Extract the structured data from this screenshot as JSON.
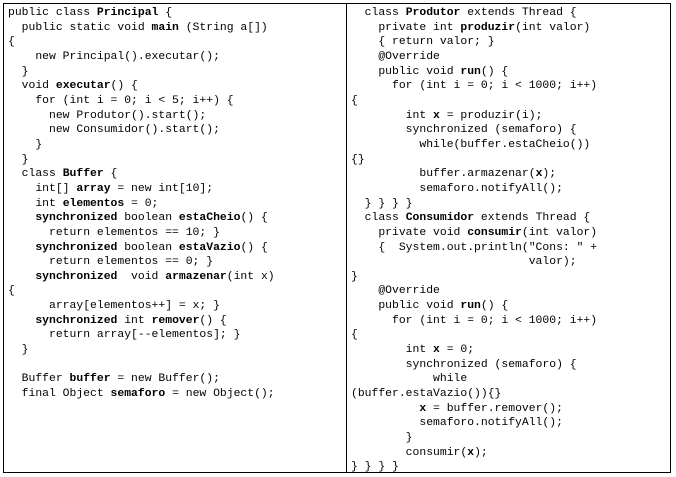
{
  "left": {
    "lines": [
      {
        "segments": [
          {
            "text": "public class ",
            "bold": false
          },
          {
            "text": "Principal",
            "bold": true
          },
          {
            "text": " {",
            "bold": false
          }
        ]
      },
      {
        "segments": [
          {
            "text": "  public static void ",
            "bold": false
          },
          {
            "text": "main",
            "bold": true
          },
          {
            "text": " (String a[])",
            "bold": false
          }
        ]
      },
      {
        "segments": [
          {
            "text": "{",
            "bold": false
          }
        ]
      },
      {
        "segments": [
          {
            "text": "    new Principal().executar();",
            "bold": false
          }
        ]
      },
      {
        "segments": [
          {
            "text": "  }",
            "bold": false
          }
        ]
      },
      {
        "segments": [
          {
            "text": "  void ",
            "bold": false
          },
          {
            "text": "executar",
            "bold": true
          },
          {
            "text": "() {",
            "bold": false
          }
        ]
      },
      {
        "segments": [
          {
            "text": "    for (int i = 0; i < 5; i++) {",
            "bold": false
          }
        ]
      },
      {
        "segments": [
          {
            "text": "      new Produtor().start();",
            "bold": false
          }
        ]
      },
      {
        "segments": [
          {
            "text": "      new Consumidor().start();",
            "bold": false
          }
        ]
      },
      {
        "segments": [
          {
            "text": "    }",
            "bold": false
          }
        ]
      },
      {
        "segments": [
          {
            "text": "  }",
            "bold": false
          }
        ]
      },
      {
        "segments": [
          {
            "text": "  class ",
            "bold": false
          },
          {
            "text": "Buffer",
            "bold": true
          },
          {
            "text": " {",
            "bold": false
          }
        ]
      },
      {
        "segments": [
          {
            "text": "    int[] ",
            "bold": false
          },
          {
            "text": "array",
            "bold": true
          },
          {
            "text": " = new int[10];",
            "bold": false
          }
        ]
      },
      {
        "segments": [
          {
            "text": "    int ",
            "bold": false
          },
          {
            "text": "elementos",
            "bold": true
          },
          {
            "text": " = 0;",
            "bold": false
          }
        ]
      },
      {
        "segments": [
          {
            "text": "    ",
            "bold": false
          },
          {
            "text": "synchronized",
            "bold": true
          },
          {
            "text": " boolean ",
            "bold": false
          },
          {
            "text": "estaCheio",
            "bold": true
          },
          {
            "text": "() {",
            "bold": false
          }
        ]
      },
      {
        "segments": [
          {
            "text": "      return elementos == 10; }",
            "bold": false
          }
        ]
      },
      {
        "segments": [
          {
            "text": "    ",
            "bold": false
          },
          {
            "text": "synchronized",
            "bold": true
          },
          {
            "text": " boolean ",
            "bold": false
          },
          {
            "text": "estaVazio",
            "bold": true
          },
          {
            "text": "() {",
            "bold": false
          }
        ]
      },
      {
        "segments": [
          {
            "text": "      return elementos == 0; }",
            "bold": false
          }
        ]
      },
      {
        "segments": [
          {
            "text": "    ",
            "bold": false
          },
          {
            "text": "synchronized",
            "bold": true
          },
          {
            "text": "  void ",
            "bold": false
          },
          {
            "text": "armazenar",
            "bold": true
          },
          {
            "text": "(int x)",
            "bold": false
          }
        ]
      },
      {
        "segments": [
          {
            "text": "{",
            "bold": false
          }
        ]
      },
      {
        "segments": [
          {
            "text": "      array[elementos++] = x; }",
            "bold": false
          }
        ]
      },
      {
        "segments": [
          {
            "text": "    ",
            "bold": false
          },
          {
            "text": "synchronized",
            "bold": true
          },
          {
            "text": " int ",
            "bold": false
          },
          {
            "text": "remover",
            "bold": true
          },
          {
            "text": "() {",
            "bold": false
          }
        ]
      },
      {
        "segments": [
          {
            "text": "      return array[--elementos]; }",
            "bold": false
          }
        ]
      },
      {
        "segments": [
          {
            "text": "  }",
            "bold": false
          }
        ]
      },
      {
        "segments": [
          {
            "text": "",
            "bold": false
          }
        ]
      },
      {
        "segments": [
          {
            "text": "  Buffer ",
            "bold": false
          },
          {
            "text": "buffer",
            "bold": true
          },
          {
            "text": " = new Buffer();",
            "bold": false
          }
        ]
      },
      {
        "segments": [
          {
            "text": "  final Object ",
            "bold": false
          },
          {
            "text": "semaforo",
            "bold": true
          },
          {
            "text": " = new Object();",
            "bold": false
          }
        ]
      }
    ]
  },
  "right": {
    "lines": [
      {
        "segments": [
          {
            "text": "  class ",
            "bold": false
          },
          {
            "text": "Produtor",
            "bold": true
          },
          {
            "text": " extends Thread {",
            "bold": false
          }
        ]
      },
      {
        "segments": [
          {
            "text": "    private int ",
            "bold": false
          },
          {
            "text": "produzir",
            "bold": true
          },
          {
            "text": "(int valor)",
            "bold": false
          }
        ]
      },
      {
        "segments": [
          {
            "text": "    { return valor; }",
            "bold": false
          }
        ]
      },
      {
        "segments": [
          {
            "text": "    @Override",
            "bold": false
          }
        ]
      },
      {
        "segments": [
          {
            "text": "    public void ",
            "bold": false
          },
          {
            "text": "run",
            "bold": true
          },
          {
            "text": "() {",
            "bold": false
          }
        ]
      },
      {
        "segments": [
          {
            "text": "      for (int i = 0; i < 1000; i++)",
            "bold": false
          }
        ]
      },
      {
        "segments": [
          {
            "text": "{",
            "bold": false
          }
        ]
      },
      {
        "segments": [
          {
            "text": "        int ",
            "bold": false
          },
          {
            "text": "x",
            "bold": true
          },
          {
            "text": " = produzir(i);",
            "bold": false
          }
        ]
      },
      {
        "segments": [
          {
            "text": "        synchronized (semaforo) {",
            "bold": false
          }
        ]
      },
      {
        "segments": [
          {
            "text": "          while(buffer.estaCheio())",
            "bold": false
          }
        ]
      },
      {
        "segments": [
          {
            "text": "{}",
            "bold": false
          }
        ]
      },
      {
        "segments": [
          {
            "text": "          buffer.armazenar(",
            "bold": false
          },
          {
            "text": "x",
            "bold": true
          },
          {
            "text": ");",
            "bold": false
          }
        ]
      },
      {
        "segments": [
          {
            "text": "          semaforo.notifyAll();",
            "bold": false
          }
        ]
      },
      {
        "segments": [
          {
            "text": "  } } } }",
            "bold": false
          }
        ]
      },
      {
        "segments": [
          {
            "text": "  class ",
            "bold": false
          },
          {
            "text": "Consumidor",
            "bold": true
          },
          {
            "text": " extends Thread {",
            "bold": false
          }
        ]
      },
      {
        "segments": [
          {
            "text": "    private void ",
            "bold": false
          },
          {
            "text": "consumir",
            "bold": true
          },
          {
            "text": "(int valor)",
            "bold": false
          }
        ]
      },
      {
        "segments": [
          {
            "text": "    {  System.out.println(\"Cons: \" +",
            "bold": false
          }
        ]
      },
      {
        "segments": [
          {
            "text": "                          valor);",
            "bold": false
          }
        ]
      },
      {
        "segments": [
          {
            "text": "}",
            "bold": false
          }
        ]
      },
      {
        "segments": [
          {
            "text": "    @Override",
            "bold": false
          }
        ]
      },
      {
        "segments": [
          {
            "text": "    public void ",
            "bold": false
          },
          {
            "text": "run",
            "bold": true
          },
          {
            "text": "() {",
            "bold": false
          }
        ]
      },
      {
        "segments": [
          {
            "text": "      for (int i = 0; i < 1000; i++)",
            "bold": false
          }
        ]
      },
      {
        "segments": [
          {
            "text": "{",
            "bold": false
          }
        ]
      },
      {
        "segments": [
          {
            "text": "        int ",
            "bold": false
          },
          {
            "text": "x",
            "bold": true
          },
          {
            "text": " = 0;",
            "bold": false
          }
        ]
      },
      {
        "segments": [
          {
            "text": "        synchronized (semaforo) {",
            "bold": false
          }
        ]
      },
      {
        "segments": [
          {
            "text": "            while",
            "bold": false
          }
        ]
      },
      {
        "segments": [
          {
            "text": "(buffer.estaVazio()){}",
            "bold": false
          }
        ]
      },
      {
        "segments": [
          {
            "text": "          ",
            "bold": false
          },
          {
            "text": "x",
            "bold": true
          },
          {
            "text": " = buffer.remover();",
            "bold": false
          }
        ]
      },
      {
        "segments": [
          {
            "text": "          semaforo.notifyAll();",
            "bold": false
          }
        ]
      },
      {
        "segments": [
          {
            "text": "        }",
            "bold": false
          }
        ]
      },
      {
        "segments": [
          {
            "text": "        consumir(",
            "bold": false
          },
          {
            "text": "x",
            "bold": true
          },
          {
            "text": ");",
            "bold": false
          }
        ]
      },
      {
        "segments": [
          {
            "text": "} } } }",
            "bold": false
          }
        ]
      }
    ]
  }
}
